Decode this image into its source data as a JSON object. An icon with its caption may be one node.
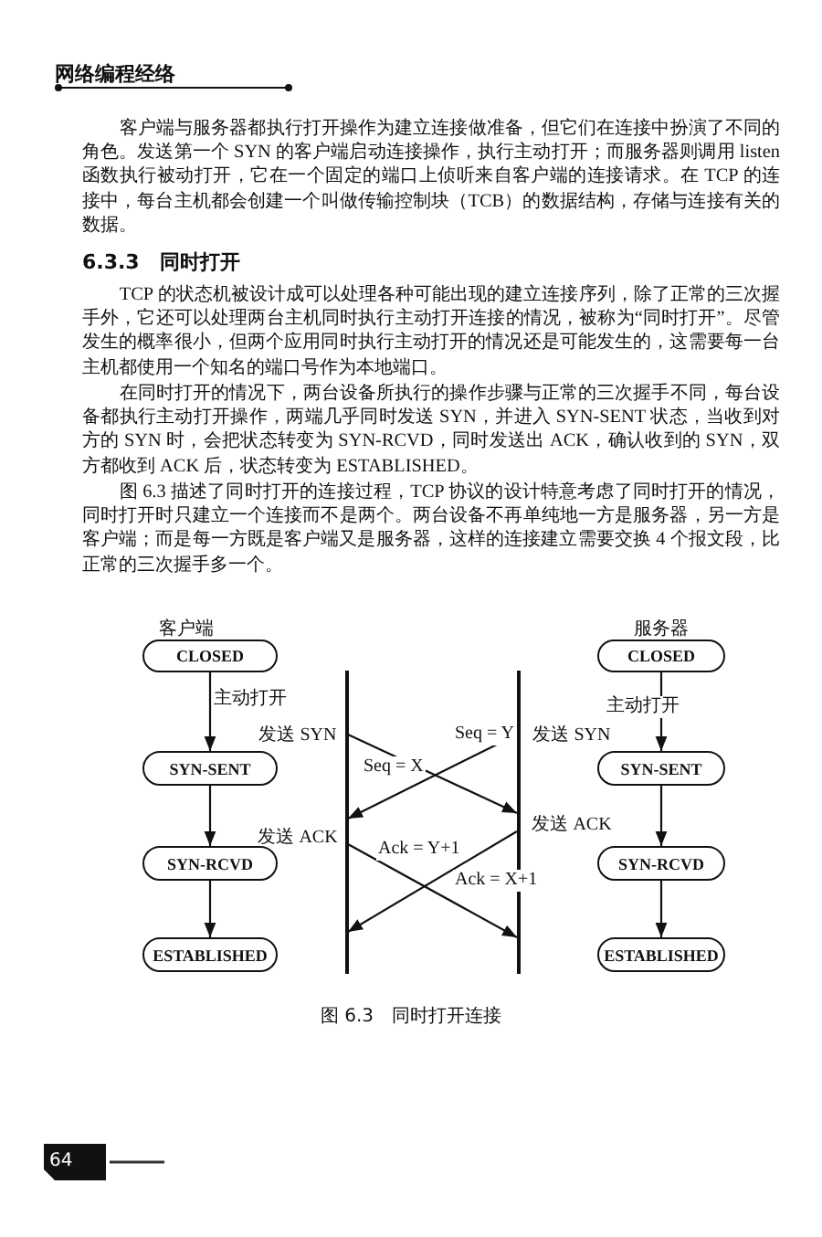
{
  "diagram": {
    "caption": "图 6.3　同时打开连接",
    "nodes": [
      {
        "text": [
          "CLOSED"
        ]
      },
      {
        "text": [
          "CLOSED"
        ]
      },
      {
        "text": [],
        "shape": "bar"
      },
      {
        "text": [],
        "shape": "bar"
      },
      {
        "text": [
          "SYN-SENT"
        ]
      },
      {
        "text": [
          "SYN-SENT"
        ]
      },
      {
        "text": [
          "SYN-RCVD"
        ]
      },
      {
        "text": [
          "SYN-RCVD"
        ]
      },
      {
        "text": [
          "ESTABLISHED"
        ]
      },
      {
        "text": [
          "ESTABLISHED"
        ]
      }
    ],
    "edges": [
      {
        "from": 0,
        "to": 4,
        "arrow": "to",
        "label": "主动打开"
      },
      {
        "from": 1,
        "to": 5,
        "arrow": "to",
        "label": "主动打开"
      },
      {
        "from": 4,
        "to": 6,
        "arrow": "to"
      },
      {
        "from": 5,
        "to": 7,
        "arrow": "to"
      },
      {
        "from": 6,
        "to": 8,
        "arrow": "to"
      },
      {
        "from": 7,
        "to": 9,
        "arrow": "to"
      },
      {
        "from": 2,
        "to": 3,
        "arrow": "to",
        "label": "Seq = X"
      },
      {
        "from": 3,
        "to": 2,
        "arrow": "to",
        "label": "Seq = Y"
      },
      {
        "from": 2,
        "to": 3,
        "arrow": "to",
        "label": "Ack = Y+1"
      },
      {
        "from": 3,
        "to": 2,
        "arrow": "to",
        "label": "Ack = X+1"
      }
    ],
    "labels": [
      "网络编程经络",
      "客户端与服务器都执行打开操作为建立连接做准备，但它们在连接中扮演了不同的角色。发送第一个 SYN 的客户端启动连接操作，执行主动打开；而服务器则调用 listen 函数执行被动打开，它在一个固定的端口上侦听来自客户端的连接请求。在 TCP 的连接中，每台主机都会创建一个叫做传输控制块（TCB）的数据结构，存储与连接有关的数据。",
      "6.3.3　同时打开",
      "TCP 的状态机被设计成可以处理各种可能出现的建立连接序列，除了正常的三次握手外，它还可以处理两台主机同时执行主动打开连接的情况，被称为“同时打开”。尽管发生的概率很小，但两个应用同时执行主动打开的情况还是可能发生的，这需要每一台主机都使用一个知名的端口号作为本地端口。",
      "在同时打开的情况下，两台设备所执行的操作步骤与正常的三次握手不同，每台设备都执行主动打开操作，两端几乎同时发送 SYN，并进入 SYN-SENT 状态，当收到对方的 SYN 时，会把状态转变为 SYN-RCVD，同时发送出 ACK，确认收到的 SYN，双方都收到 ACK 后，状态转变为 ESTABLISHED。",
      "图 6.3 描述了同时打开的连接过程，TCP 协议的设计特意考虑了同时打开的情况，同时打开时只建立一个连接而不是两个。两台设备不再单纯地一方是服务器，另一方是客户端；而是每一方既是客户端又是服务器，这样的连接建立需要交换 4 个报文段，比正常的三次握手多一个。",
      "客户端",
      "服务器",
      "发送 SYN",
      "发送 SYN",
      "发送 ACK",
      "发送 ACK",
      "64"
    ]
  }
}
